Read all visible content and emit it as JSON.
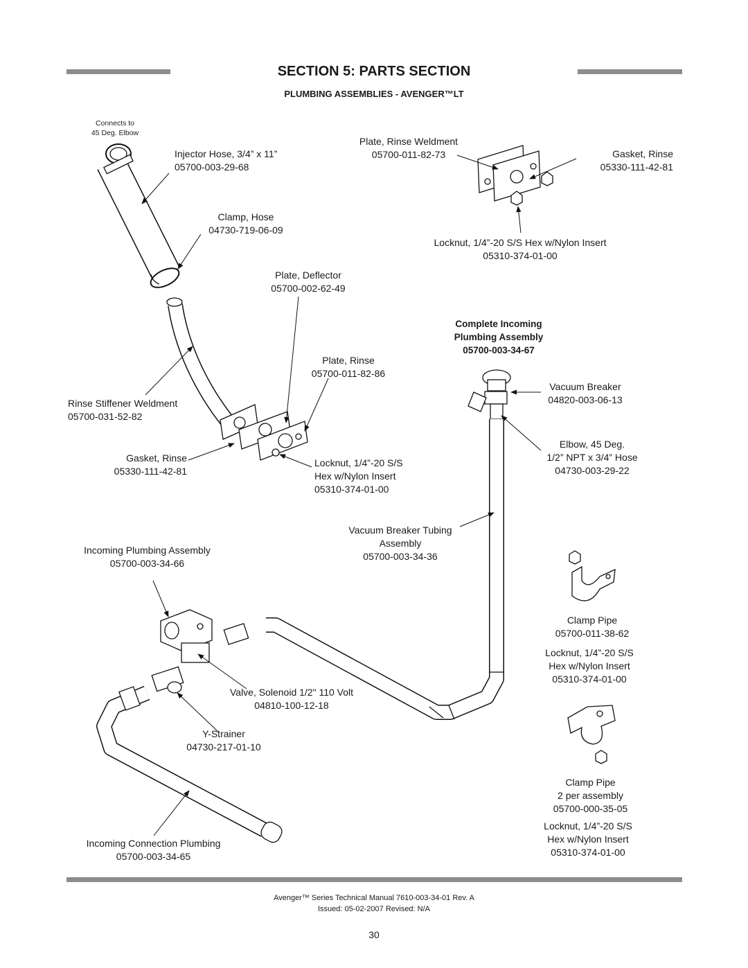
{
  "header": {
    "title": "SECTION 5: PARTS SECTION",
    "subtitle": "PLUMBING ASSEMBLIES - AVENGER™LT"
  },
  "labels": {
    "connects_note": [
      "Connects to",
      "45 Deg. Elbow"
    ],
    "injector_hose": [
      "Injector Hose, 3/4” x 11”",
      "05700-003-29-68"
    ],
    "clamp_hose": [
      "Clamp, Hose",
      "04730-719-06-09"
    ],
    "plate_deflector": [
      "Plate, Deflector",
      "05700-002-62-49"
    ],
    "plate_rinse_weldment": [
      "Plate, Rinse Weldment",
      "05700-011-82-73"
    ],
    "gasket_rinse_top": [
      "Gasket, Rinse",
      "05330-111-42-81"
    ],
    "locknut_top": [
      "Locknut, 1/4”-20 S/S Hex w/Nylon Insert",
      "05310-374-01-00"
    ],
    "complete_assembly": [
      "Complete Incoming",
      "Plumbing Assembly",
      "05700-003-34-67"
    ],
    "plate_rinse": [
      "Plate, Rinse",
      "05700-011-82-86"
    ],
    "vacuum_breaker": [
      "Vacuum Breaker",
      "04820-003-06-13"
    ],
    "rinse_stiffener": [
      "Rinse Stiffener Weldment",
      "05700-031-52-82"
    ],
    "elbow": [
      "Elbow, 45 Deg.",
      "1/2” NPT x 3/4” Hose",
      "04730-003-29-22"
    ],
    "gasket_rinse_mid": [
      "Gasket, Rinse",
      "05330-111-42-81"
    ],
    "locknut_mid": [
      "Locknut, 1/4”-20 S/S",
      "Hex w/Nylon Insert",
      "05310-374-01-00"
    ],
    "vacuum_tubing": [
      "Vacuum Breaker Tubing",
      "Assembly",
      "05700-003-34-36"
    ],
    "incoming_assembly": [
      "Incoming Plumbing Assembly",
      "05700-003-34-66"
    ],
    "clamp_pipe_1": [
      "Clamp Pipe",
      "05700-011-38-62"
    ],
    "locknut_clamp_1": [
      "Locknut, 1/4”-20 S/S",
      "Hex w/Nylon Insert",
      "05310-374-01-00"
    ],
    "valve_solenoid": [
      "Valve, Solenoid 1/2\" 110 Volt",
      "04810-100-12-18"
    ],
    "y_strainer": [
      "Y-Strainer",
      "04730-217-01-10"
    ],
    "clamp_pipe_2": [
      "Clamp Pipe",
      "2 per assembly",
      "05700-000-35-05"
    ],
    "locknut_clamp_2": [
      "Locknut, 1/4”-20 S/S",
      "Hex w/Nylon Insert",
      "05310-374-01-00"
    ],
    "incoming_connection": [
      "Incoming Connection Plumbing",
      "05700-003-34-65"
    ]
  },
  "footer": {
    "line1": "Avenger™ Series Technical Manual 7610-003-34-01 Rev. A",
    "line2": "Issued: 05-02-2007  Revised: N/A",
    "page_number": "30"
  }
}
